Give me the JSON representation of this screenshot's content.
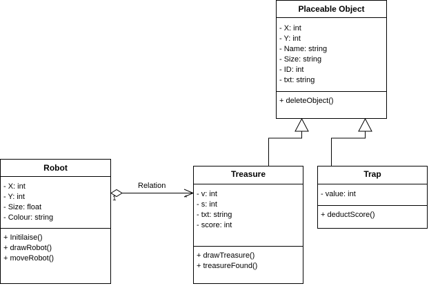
{
  "classes": {
    "placeable": {
      "name": "Placeable Object",
      "attributes": [
        "- X: int",
        "- Y: int",
        "- Name: string",
        "- Size: string",
        "- ID: int",
        "- txt: string"
      ],
      "methods": [
        "+ deleteObject()"
      ]
    },
    "robot": {
      "name": "Robot",
      "attributes": [
        "- X: int",
        "- Y: int",
        "- Size: float",
        "- Colour: string"
      ],
      "methods": [
        "+ Initilaise()",
        "+ drawRobot()",
        "+ moveRobot()"
      ]
    },
    "treasure": {
      "name": "Treasure",
      "attributes": [
        "- v: int",
        "- s: int",
        "- txt: string",
        "- score: int"
      ],
      "methods": [
        "+ drawTreasure()",
        "+ treasureFound()"
      ]
    },
    "trap": {
      "name": "Trap",
      "attributes": [
        "- value: int"
      ],
      "methods": [
        "+ deductScore()"
      ]
    }
  },
  "relation": {
    "label": "Relation",
    "source_multiplicity": "1",
    "target_multiplicity": "*"
  }
}
